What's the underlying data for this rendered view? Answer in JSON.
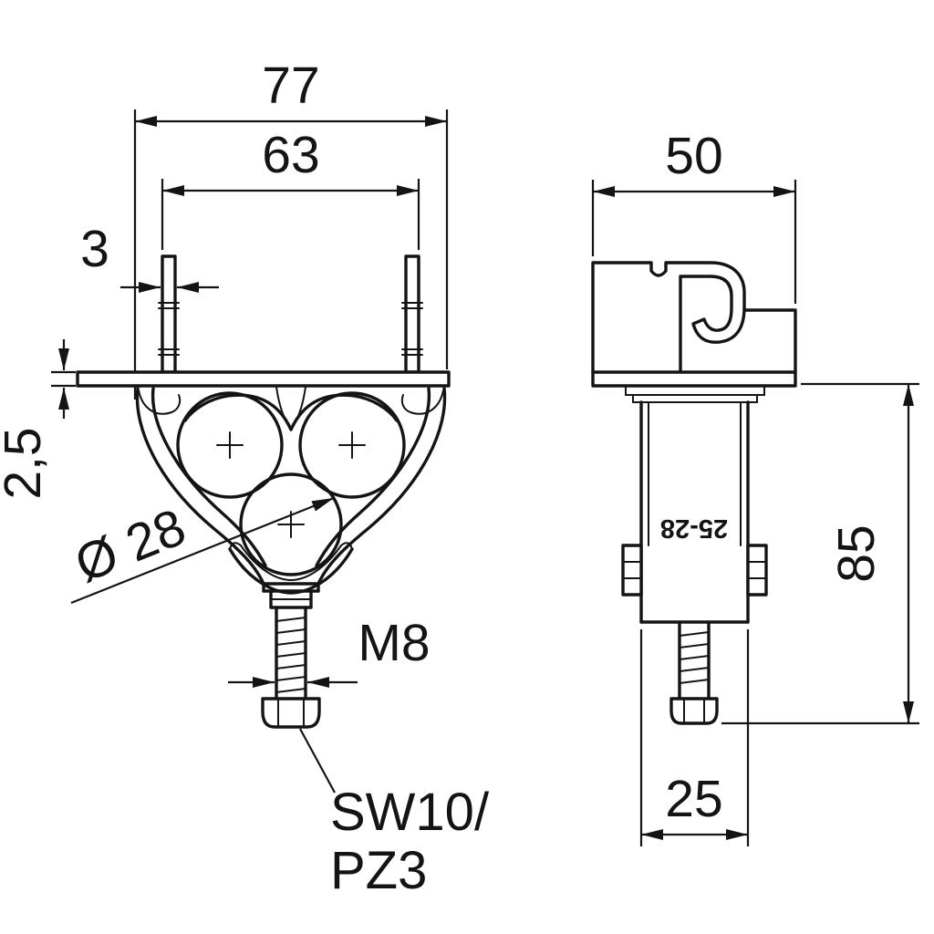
{
  "page": {
    "background": "#ffffff",
    "line_color": "#141414"
  },
  "front_view": {
    "dims": {
      "overall_width": "77",
      "inner_width": "63",
      "rail_thickness": "3",
      "plate_thickness": "2,5",
      "cable_diameter": "Ø 28",
      "thread_size": "M8"
    },
    "labels": {
      "drive_line1": "SW10/",
      "drive_line2": "PZ3"
    }
  },
  "side_view": {
    "dims": {
      "depth": "50",
      "height": "85",
      "body_width": "25"
    },
    "stamp": "25-28"
  }
}
